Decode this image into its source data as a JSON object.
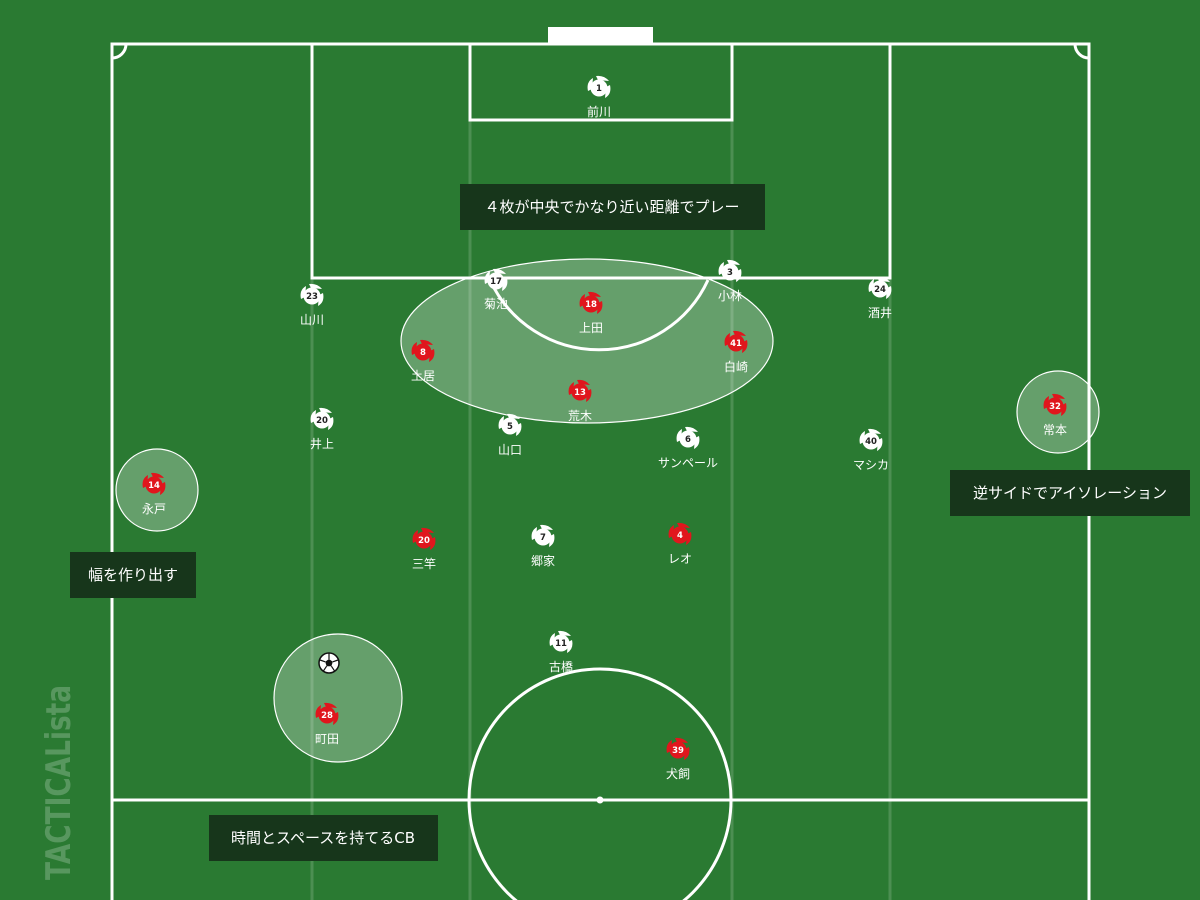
{
  "watermark": "TACTICALista",
  "colors": {
    "pitch": "#2a7a32",
    "lines": "#ffffff",
    "home": "#e0161d",
    "away": "#ffffff",
    "annotation_bg": "#17361b"
  },
  "players": {
    "away": [
      {
        "id": "maekawa",
        "number": "1",
        "name": "前川"
      },
      {
        "id": "kikuchi",
        "number": "17",
        "name": "菊池"
      },
      {
        "id": "kobayashi",
        "number": "3",
        "name": "小林"
      },
      {
        "id": "yamakawa",
        "number": "23",
        "name": "山川"
      },
      {
        "id": "sakai",
        "number": "24",
        "name": "酒井"
      },
      {
        "id": "inoue",
        "number": "20",
        "name": "井上"
      },
      {
        "id": "yamaguchi",
        "number": "5",
        "name": "山口"
      },
      {
        "id": "sampaio",
        "number": "6",
        "name": "サンペール"
      },
      {
        "id": "mashika",
        "number": "40",
        "name": "マシカ"
      },
      {
        "id": "goke",
        "number": "7",
        "name": "郷家"
      },
      {
        "id": "furuhashi",
        "number": "11",
        "name": "古橋"
      }
    ],
    "home": [
      {
        "id": "ueda",
        "number": "18",
        "name": "上田"
      },
      {
        "id": "doi",
        "number": "8",
        "name": "土居"
      },
      {
        "id": "shirasaki",
        "number": "41",
        "name": "白崎"
      },
      {
        "id": "araki",
        "number": "13",
        "name": "荒木"
      },
      {
        "id": "tsunemoto",
        "number": "32",
        "name": "常本"
      },
      {
        "id": "nagato",
        "number": "14",
        "name": "永戸"
      },
      {
        "id": "misao",
        "number": "20",
        "name": "三竿"
      },
      {
        "id": "leo",
        "number": "4",
        "name": "レオ"
      },
      {
        "id": "machida",
        "number": "28",
        "name": "町田"
      },
      {
        "id": "inukai",
        "number": "39",
        "name": "犬飼"
      }
    ]
  },
  "annotations": {
    "center_four": "４枚が中央でかなり近い距離でプレー",
    "far_side": "逆サイドでアイソレーション",
    "width": "幅を作り出す",
    "cb": "時間とスペースを持てるCB"
  },
  "icons": {
    "ball": "soccer-ball-icon",
    "home_marker": "red-player-icon",
    "away_marker": "white-player-icon"
  }
}
